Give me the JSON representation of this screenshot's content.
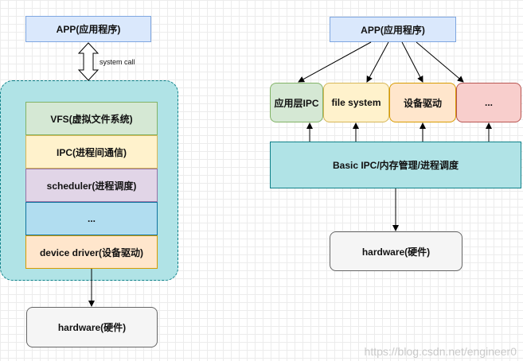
{
  "left_diagram": {
    "app": "APP(应用程序)",
    "syscall_label": "system call",
    "kernel_layers": [
      "VFS(虚拟文件系统)",
      "IPC(进程间通信)",
      "scheduler(进程调度)",
      "...",
      "device driver(设备驱动)"
    ],
    "hardware": "hardware(硬件)"
  },
  "right_diagram": {
    "app": "APP(应用程序)",
    "services": [
      "应用层IPC",
      "file system",
      "设备驱动",
      "..."
    ],
    "microkernel": "Basic IPC/内存管理/进程调度",
    "hardware": "hardware(硬件)"
  },
  "watermark": "https://blog.csdn.net/engineer0",
  "colors": {
    "app_fill": "#dae8fc",
    "kernel_fill": "#b0e3e6",
    "hardware_fill": "#f5f5f5"
  }
}
